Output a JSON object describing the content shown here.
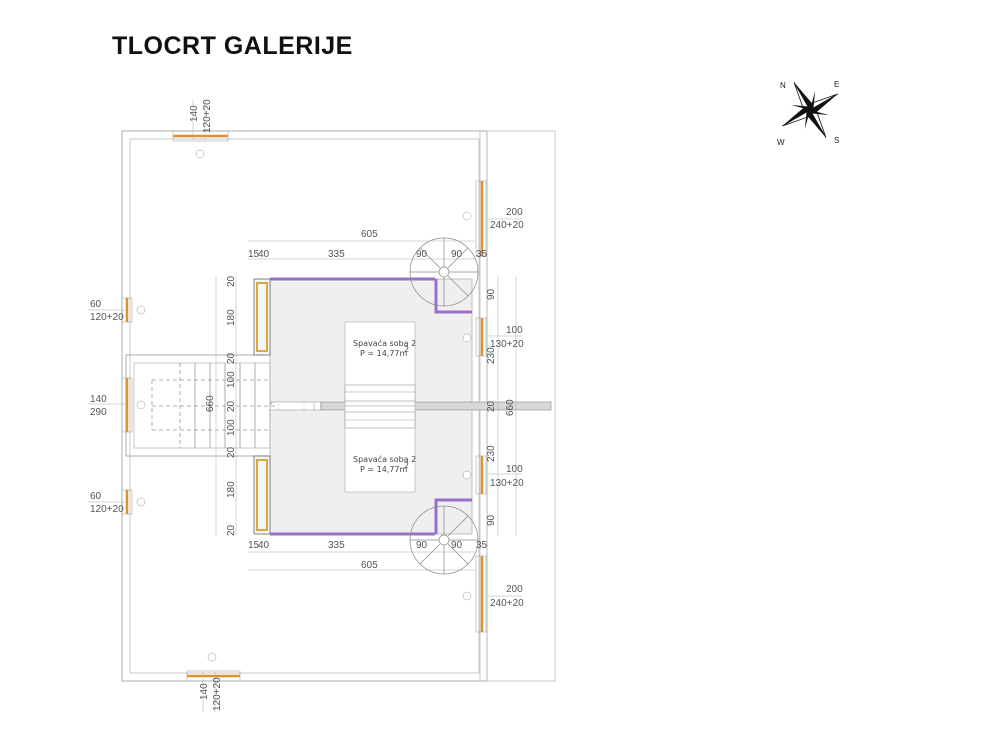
{
  "title": "TLOCRT GALERIJE",
  "compass": {
    "n": "N",
    "e": "E",
    "s": "S",
    "w": "W"
  },
  "rooms": [
    {
      "name": "Spavaća soba 2",
      "area": "P = 14,77m",
      "sup": "2"
    },
    {
      "name": "Spavaća soba 2",
      "area": "P = 14,77m",
      "sup": "2"
    }
  ],
  "dimensions": {
    "top_window_a": "140",
    "top_window_b": "120+20",
    "bottom_window_a": "140",
    "bottom_window_b": "120+20",
    "left_upper_a": "60",
    "left_upper_b": "120+20",
    "left_mid_a": "140",
    "left_mid_b": "290",
    "left_lower_a": "60",
    "left_lower_b": "120+20",
    "right_top_a": "200",
    "right_top_b": "240+20",
    "right_bottom_a": "200",
    "right_bottom_b": "240+20",
    "right_mid_upper_a": "100",
    "right_mid_upper_b": "130+20",
    "right_mid_lower_a": "100",
    "right_mid_lower_b": "130+20",
    "upper_total": "605",
    "lower_total": "605",
    "upper_segments": [
      "15",
      "40",
      "335",
      "90",
      "90",
      "35"
    ],
    "lower_segments": [
      "15",
      "40",
      "335",
      "90",
      "90",
      "35"
    ],
    "left_vertical": [
      "20",
      "180",
      "20",
      "100",
      "20",
      "100",
      "20",
      "180",
      "20"
    ],
    "left_total": "660",
    "right_vertical": [
      "90",
      "230",
      "20",
      "230",
      "90"
    ],
    "right_total": "660"
  }
}
